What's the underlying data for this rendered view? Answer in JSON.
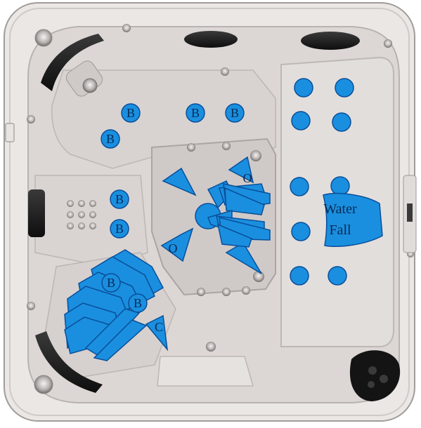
{
  "diagram": {
    "labels": {
      "b": "B",
      "o": "O",
      "c": "C",
      "waterfall_line1": "Water",
      "waterfall_line2": "Fall"
    },
    "colors": {
      "jet_fill": "#1a8fdf",
      "jet_stroke": "#0a4e9a",
      "shell": "#ddd8d6",
      "shell_dark": "#c5c0be",
      "rim": "#ece8e6",
      "pillow": "#1c1c1c"
    }
  }
}
